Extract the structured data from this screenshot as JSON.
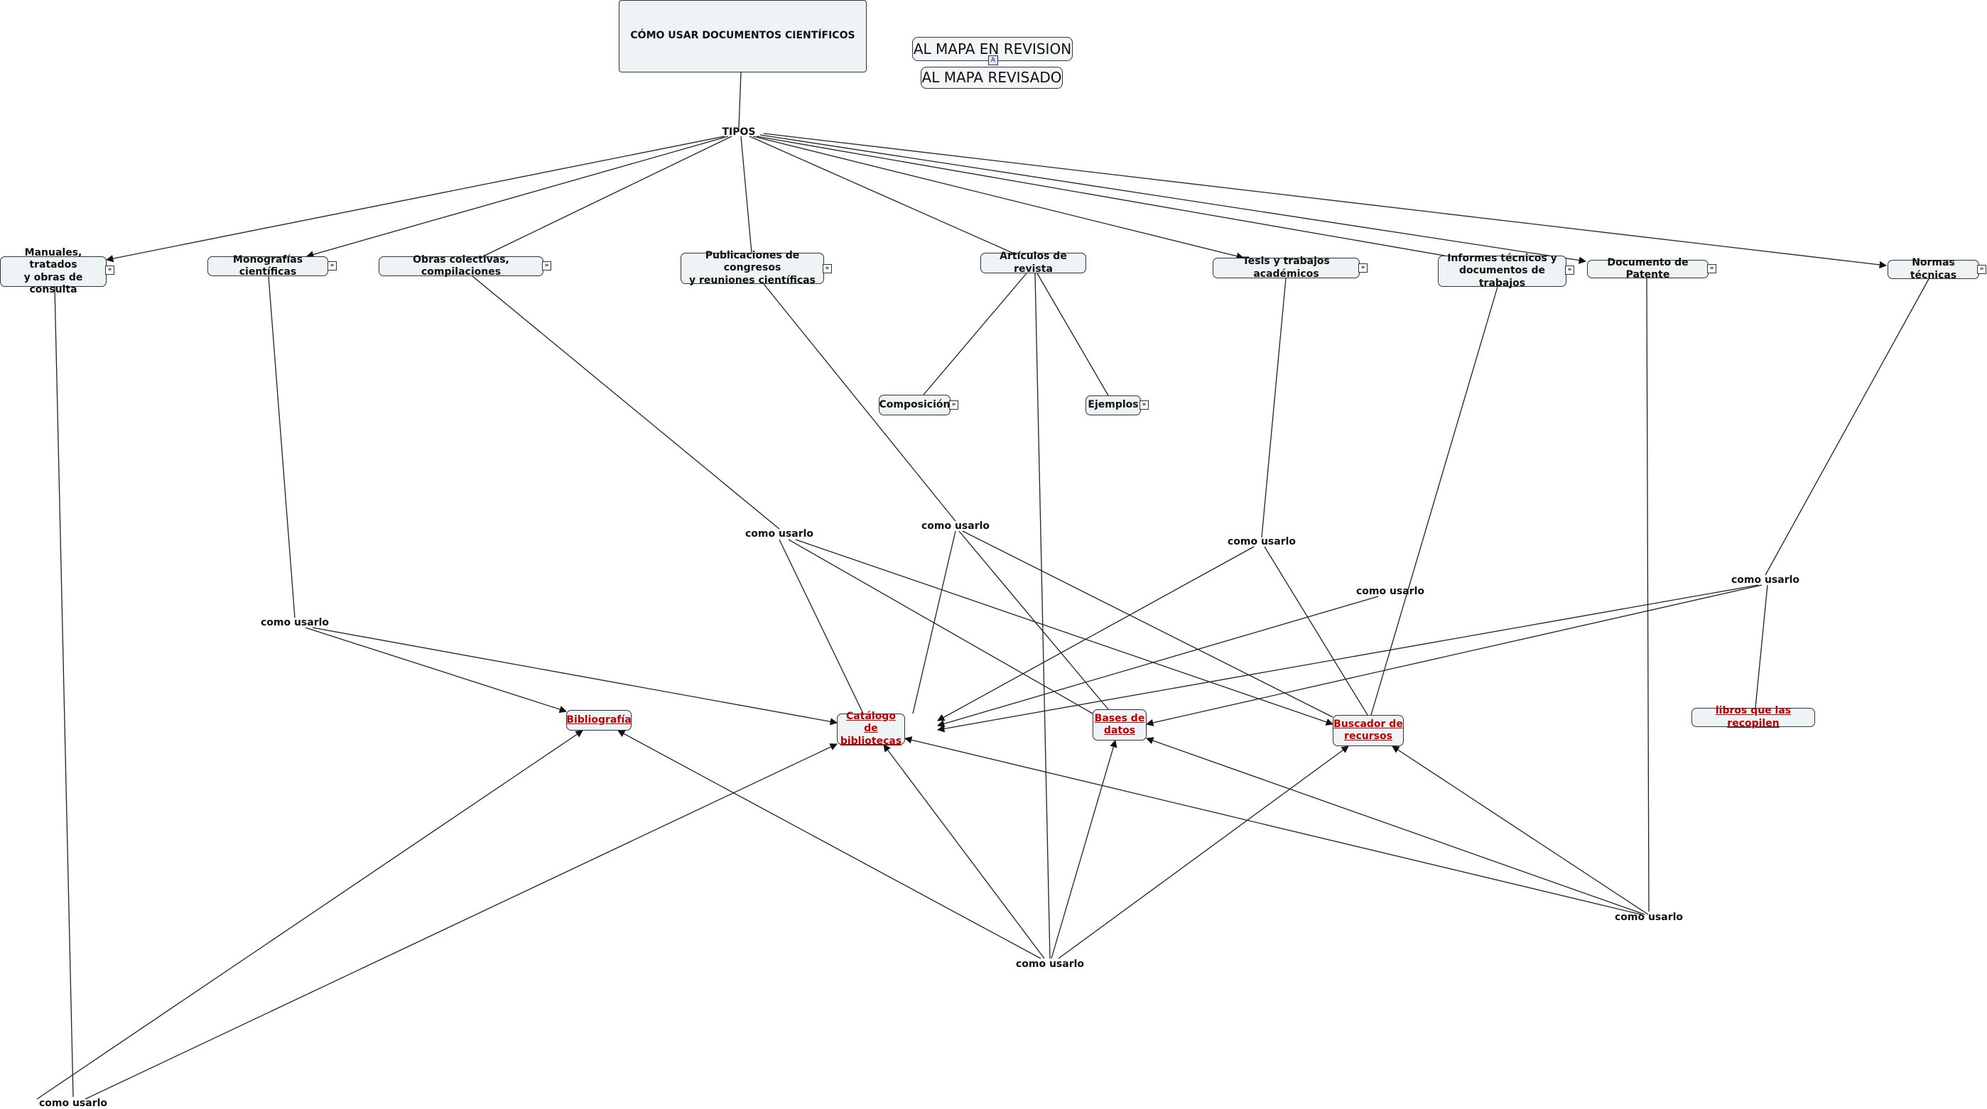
{
  "map": {
    "title": "CÓMO USAR DOCUMENTOS CIENTÍFICOS",
    "link_review": "AL MAPA EN REVISION",
    "link_reviewed": "AL MAPA REVISADO",
    "link_icon": "A",
    "root_label": "TIPOS",
    "expand_glyph": "»",
    "how_to_use": "como usarlo"
  },
  "types": {
    "manuales": "Manuales, tratados\ny obras de consulta",
    "monografias": "Monografías científicas",
    "obras": "Obras colectivas, compilaciones",
    "publicaciones": "Publicaciones de congresos\ny reuniones científicas",
    "articulos": "Artículos de revista",
    "tesis": "Tesis y trabajos académicos",
    "informes": "Informes técnicos y\ndocumentos de trabajos",
    "patente": "Documento de Patente",
    "normas": "Normas técnicas"
  },
  "article_children": {
    "composicion": "Composición",
    "ejemplos": "Ejemplos"
  },
  "resources": {
    "bibliografia": "Bibliografía",
    "catalogo": "Catálogo de\nbibliotecas",
    "bases": "Bases de\ndatos",
    "buscador": "Buscador de\nrecursos",
    "libros": "libros que las recopilen"
  },
  "colors": {
    "node_fill": "#eef3f5",
    "border": "#333333",
    "link_text": "#c00000",
    "line": "#222222"
  }
}
